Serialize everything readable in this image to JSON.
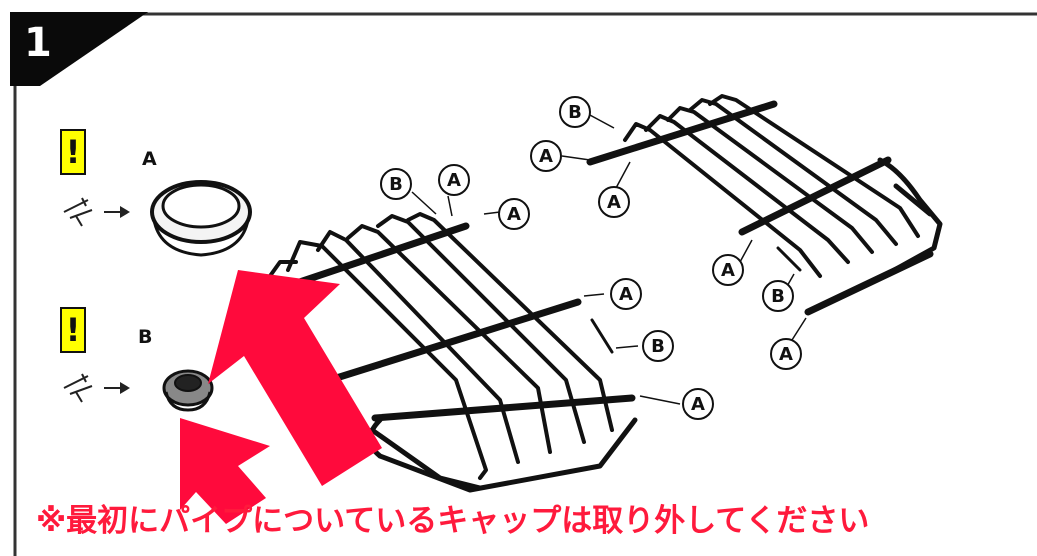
{
  "step": {
    "number": "1"
  },
  "parts": [
    {
      "letter": "A",
      "warning": "!"
    },
    {
      "letter": "B",
      "warning": "!"
    }
  ],
  "callouts": {
    "a": "A",
    "b": "B"
  },
  "note": "※最初にパイプについているキャップは取り外してください",
  "colors": {
    "arrow": "#ff0a3c",
    "warning_bg": "#ffff00",
    "note_text": "#ff1a3c",
    "frame": "#333333"
  },
  "icons": [
    "cap-a-icon",
    "cap-b-icon",
    "pliers-icon",
    "right-arrow-icon",
    "red-arrow-icon"
  ]
}
